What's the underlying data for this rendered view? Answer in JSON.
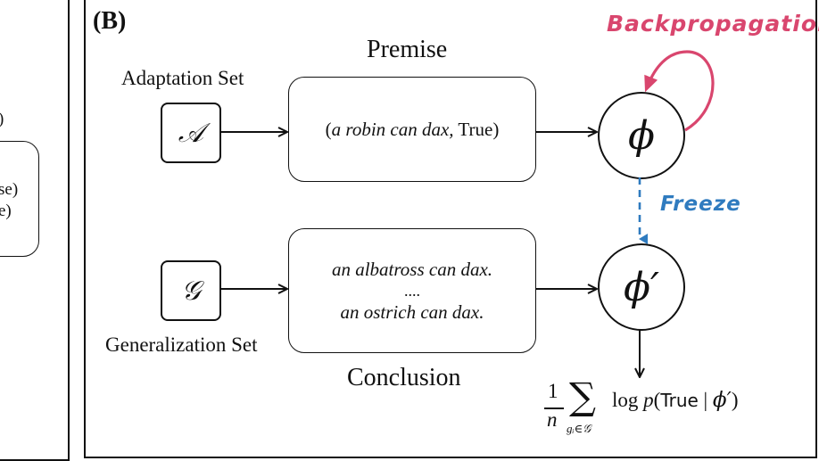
{
  "left_panel": {
    "fragments": [
      ")",
      "se)",
      "e)"
    ]
  },
  "panel_b": {
    "label": "(B)",
    "premise_title": "Premise",
    "conclusion_title": "Conclusion",
    "adaptation_label": "Adaptation Set",
    "generalization_label": "Generalization Set",
    "adaptation_symbol": "𝒜",
    "generalization_symbol": "𝒢",
    "premise_text_italic": "a robin can dax,",
    "premise_text_value": "True",
    "premise_open": "(",
    "premise_close": ")",
    "conclusion_lines": [
      "an albatross can dax.",
      "....",
      "an ostrich can dax."
    ],
    "phi": "ϕ",
    "phi_prime": "ϕ′",
    "backprop_label": "Backpropagation",
    "freeze_label": "Freeze",
    "formula": {
      "frac_num": "1",
      "frac_den": "n",
      "sum": "∑",
      "sum_sub": "gᵢ∈𝒢",
      "body_prefix": "log ",
      "body_p": "p",
      "body_open": "(",
      "body_true": "True",
      "body_sep": " | ",
      "body_phi": "ϕ′",
      "body_close": ")"
    },
    "colors": {
      "backprop": "#d9466e",
      "freeze": "#2f7bbf",
      "ink": "#111111"
    }
  }
}
